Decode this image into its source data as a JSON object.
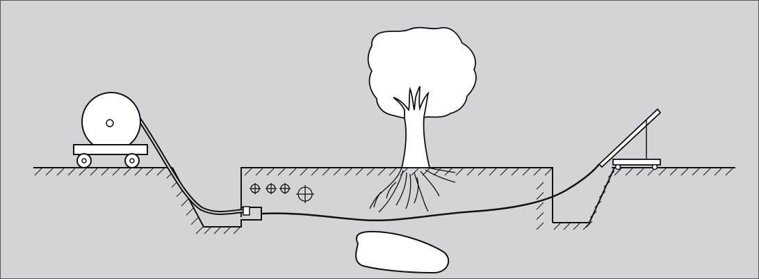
{
  "diagram": {
    "background_color": "#d4d4d6",
    "ink_color": "#111111",
    "fill_color": "#ffffff",
    "components": [
      {
        "name": "cable-drum-trailer"
      },
      {
        "name": "launch-pit"
      },
      {
        "name": "pilot-bore-head"
      },
      {
        "name": "reamer-heads"
      },
      {
        "name": "tree"
      },
      {
        "name": "tree-roots"
      },
      {
        "name": "underground-boulder"
      },
      {
        "name": "installed-pipeline"
      },
      {
        "name": "exit-pit"
      },
      {
        "name": "drill-rig"
      }
    ]
  }
}
